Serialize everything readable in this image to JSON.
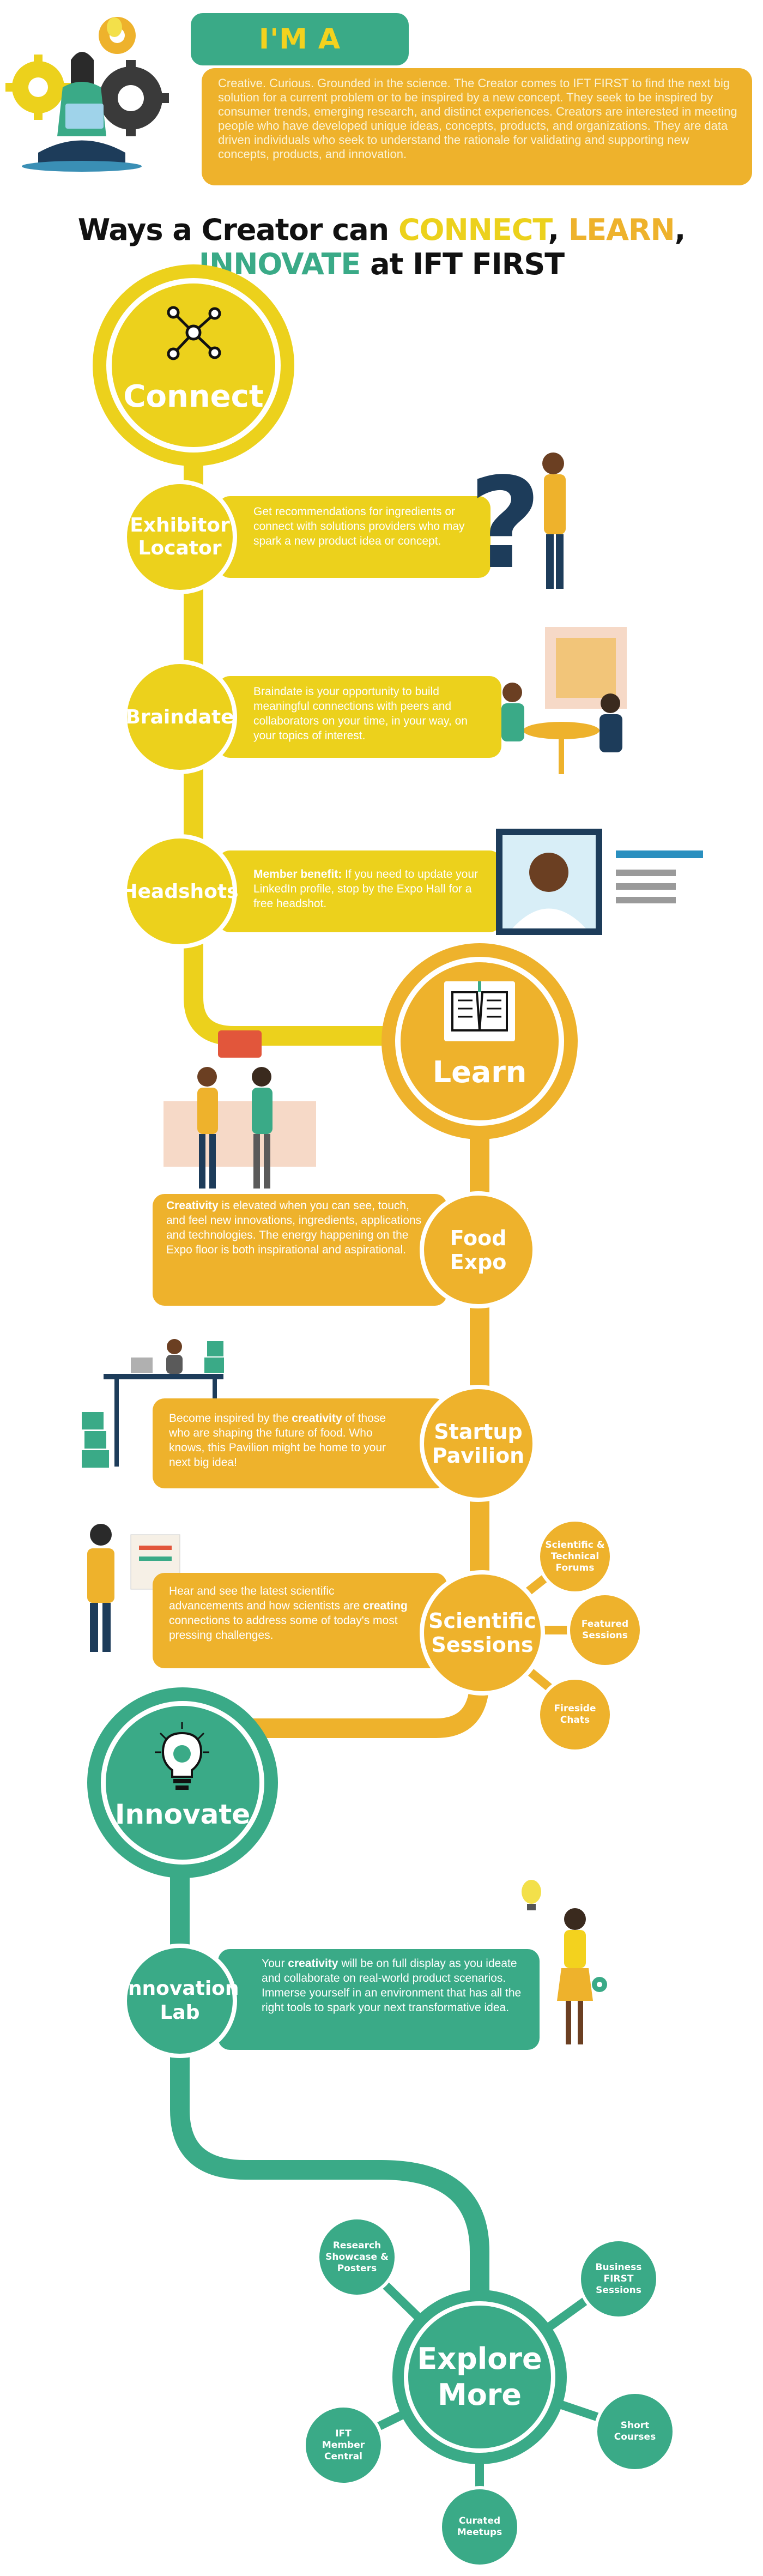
{
  "header": {
    "title": "I'M A CREATOR",
    "description": "Creative. Curious. Grounded in the science. The Creator comes to IFT FIRST to find the next big solution for a current problem or to be inspired by a new concept. They seek to be inspired by consumer trends, emerging research, and distinct experiences. Creators are interested in meeting people who have developed unique ideas, concepts, products, and organizations. They are data driven individuals who seek to understand the rationale for validating and supporting new concepts, products, and innovation.",
    "ways_prefix": "Ways a Creator can ",
    "ways_connect": "CONNECT",
    "ways_comma1": ", ",
    "ways_learn": "LEARN",
    "ways_comma2": ", ",
    "ways_innovate": "INNOVATE",
    "ways_suffix": " at IFT FIRST"
  },
  "colors": {
    "yellow": "#ecd11c",
    "orange": "#eeb22c",
    "green": "#3aaa87",
    "navy": "#1d3c5a"
  },
  "connect": {
    "label": "Connect",
    "items": [
      {
        "label_1": "Exhibitor",
        "label_2": "Locator",
        "description": "Get recommendations for ingredients or connect with solutions providers who may spark a new product idea or concept."
      },
      {
        "label_1": "Braindate",
        "label_2": "",
        "description": "Braindate is your opportunity to build meaningful connections with peers and collaborators on your time, in your way, on your topics of interest."
      },
      {
        "label_1": "Headshots",
        "label_2": "",
        "description_bold": "Member benefit:",
        "description": " If you need to update your LinkedIn profile, stop by the Expo Hall for a free headshot."
      }
    ]
  },
  "learn": {
    "label": "Learn",
    "items": [
      {
        "label_1": "Food",
        "label_2": "Expo",
        "description_bold": "Creativity",
        "description": " is elevated when you can see, touch, and feel new innovations, ingredients, applications and technologies. The energy happening on the Expo floor is both inspirational and aspirational."
      },
      {
        "label_1": "Startup",
        "label_2": "Pavilion",
        "description_pre": "Become inspired by the ",
        "description_bold": "creativity",
        "description": " of those who are shaping the future of food. Who knows, this Pavilion might be home to your next big idea!"
      },
      {
        "label_1": "Scientific",
        "label_2": "Sessions",
        "description_pre": "Hear and see the latest scientific advancements and how scientists are ",
        "description_bold": "creating",
        "description": " connections to address some of today's most pressing challenges."
      }
    ],
    "session_types": [
      {
        "line_1": "Scientific &",
        "line_2": "Technical",
        "line_3": "Forums"
      },
      {
        "line_1": "Featured",
        "line_2": "Sessions",
        "line_3": ""
      },
      {
        "line_1": "Fireside",
        "line_2": "Chats",
        "line_3": ""
      }
    ]
  },
  "innovate": {
    "label": "Innovate",
    "item": {
      "label_1": "Innovation",
      "label_2": "Lab",
      "description_pre": "Your ",
      "description_bold": "creativity",
      "description": " will be on full display as you ideate and collaborate on real-world product scenarios. Immerse yourself in an environment that has all the right tools to spark your next transformative idea."
    }
  },
  "explore": {
    "label_1": "Explore",
    "label_2": "More",
    "items": [
      {
        "line_1": "Research",
        "line_2": "Showcase &",
        "line_3": "Posters"
      },
      {
        "line_1": "Business",
        "line_2": "FIRST",
        "line_3": "Sessions"
      },
      {
        "line_1": "IFT",
        "line_2": "Member",
        "line_3": "Central"
      },
      {
        "line_1": "Short",
        "line_2": "Courses",
        "line_3": ""
      },
      {
        "line_1": "Curated",
        "line_2": "Meetups",
        "line_3": ""
      }
    ]
  }
}
